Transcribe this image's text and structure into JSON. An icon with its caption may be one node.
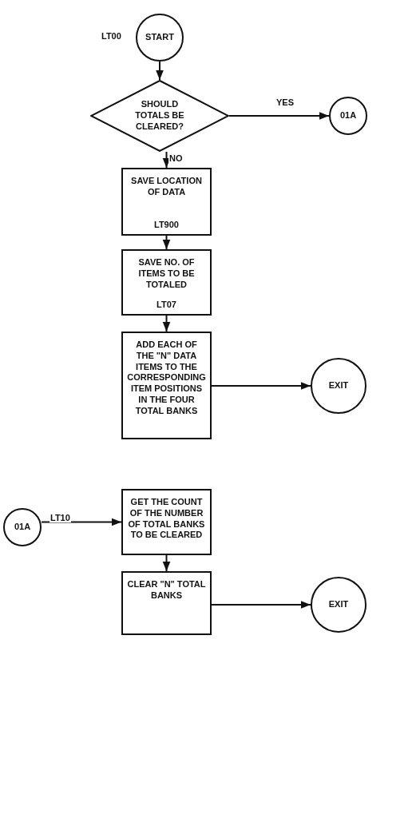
{
  "diagram": {
    "nodes": [
      {
        "text": [
          "START"
        ],
        "beside": [
          "LT00"
        ]
      },
      {
        "text": [
          "SHOULD TOTALS BE CLEARED?"
        ]
      },
      {
        "text": [
          "01A"
        ]
      },
      {
        "text": [
          "SAVE LOCATION OF DATA",
          "LT900"
        ]
      },
      {
        "text": [
          "SAVE NO. OF ITEMS TO BE TOTALED",
          "LT07"
        ]
      },
      {
        "text": [
          "ADD EACH OF THE \"N\" DATA ITEMS TO THE CORRESPONDING ITEM POSITIONS IN THE FOUR TOTAL BANKS"
        ]
      },
      {
        "text": [
          "EXIT"
        ]
      },
      {
        "text": [
          "01A"
        ]
      },
      {
        "text": [
          "GET THE COUNT OF THE NUMBER OF TOTAL BANKS TO BE CLEARED"
        ]
      },
      {
        "text": [
          "CLEAR \"N\" TOTAL BANKS"
        ]
      },
      {
        "text": [
          "EXIT"
        ]
      }
    ],
    "edges": [
      {
        "from": 0,
        "to": 1,
        "arrow": "to"
      },
      {
        "from": 1,
        "to": 2,
        "arrow": "to",
        "label": "YES"
      },
      {
        "from": 1,
        "to": 3,
        "arrow": "to",
        "label": "NO"
      },
      {
        "from": 3,
        "to": 4,
        "arrow": "to"
      },
      {
        "from": 4,
        "to": 5,
        "arrow": "to"
      },
      {
        "from": 5,
        "to": 6,
        "arrow": "to"
      },
      {
        "from": 7,
        "to": 8,
        "arrow": "to",
        "label": "LT10"
      },
      {
        "from": 8,
        "to": 9,
        "arrow": "to"
      },
      {
        "from": 9,
        "to": 10,
        "arrow": "to"
      }
    ]
  }
}
